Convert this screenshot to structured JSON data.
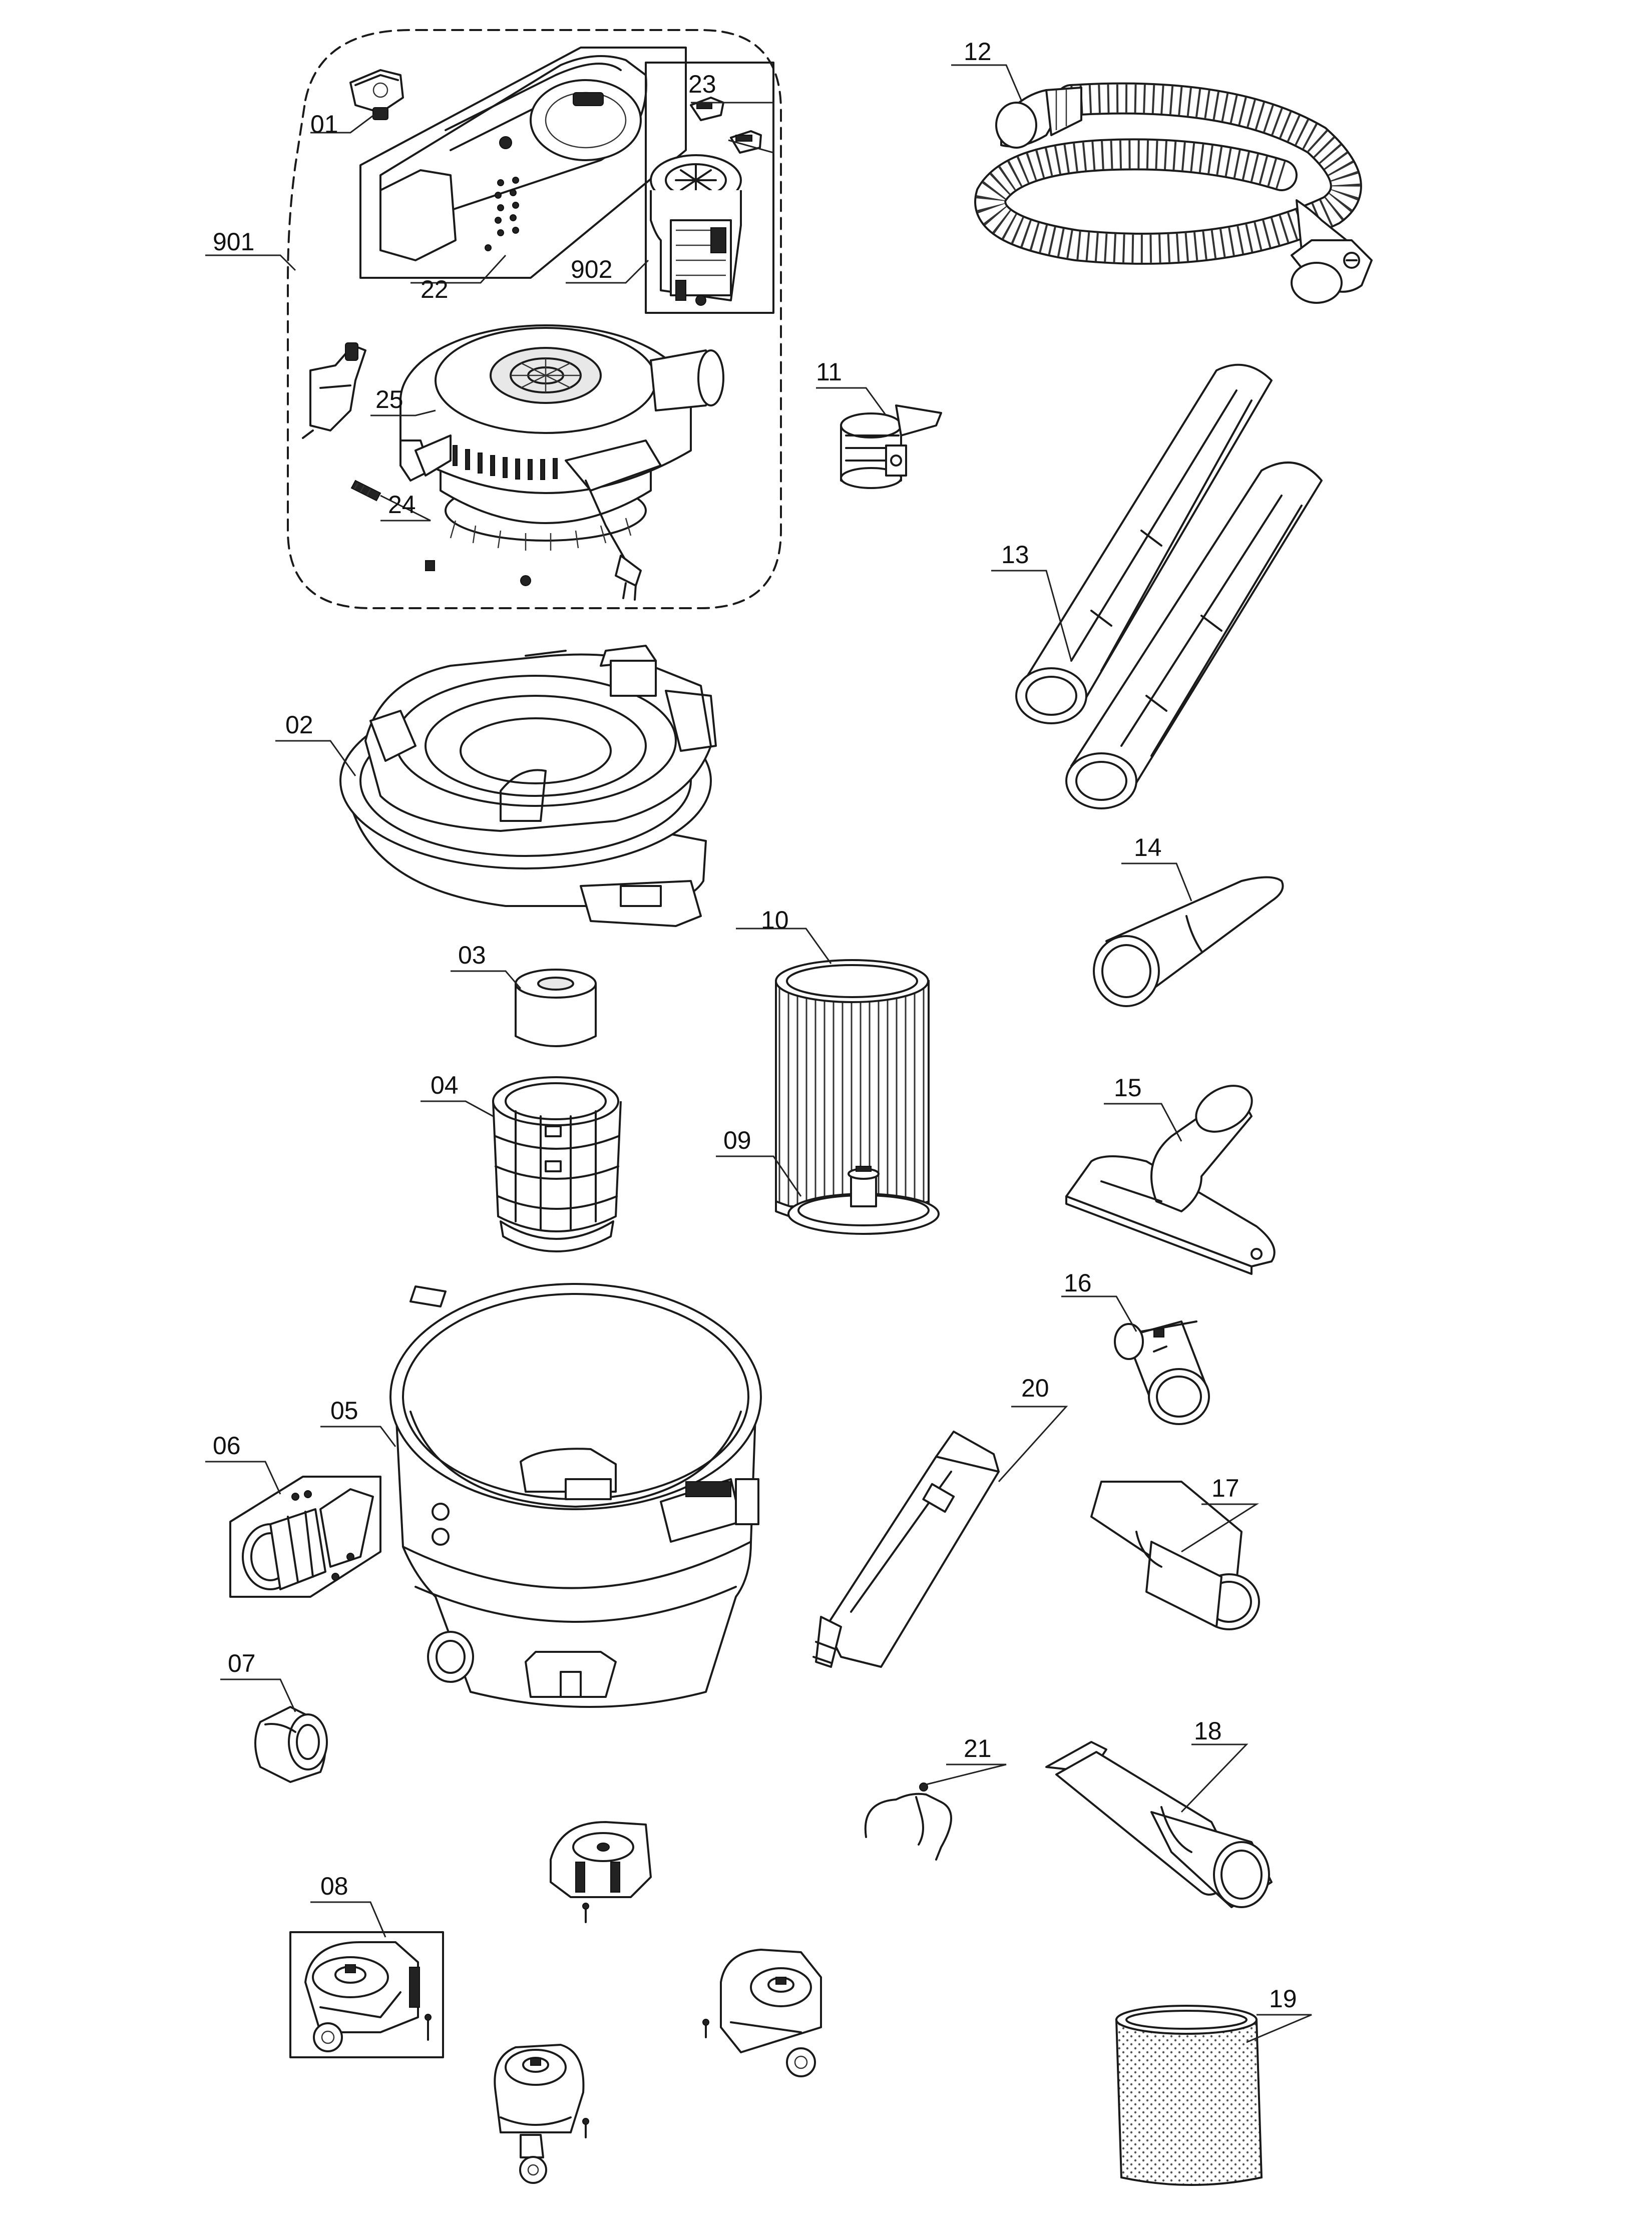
{
  "labels": {
    "p01": "01",
    "p02": "02",
    "p03": "03",
    "p04": "04",
    "p05": "05",
    "p06": "06",
    "p07": "07",
    "p08": "08",
    "p09": "09",
    "p10": "10",
    "p11": "11",
    "p12": "12",
    "p13": "13",
    "p14": "14",
    "p15": "15",
    "p16": "16",
    "p17": "17",
    "p18": "18",
    "p19": "19",
    "p20": "20",
    "p21": "21",
    "p22": "22",
    "p23": "23",
    "p24": "24",
    "p25": "25",
    "p901": "901",
    "p902": "902"
  }
}
